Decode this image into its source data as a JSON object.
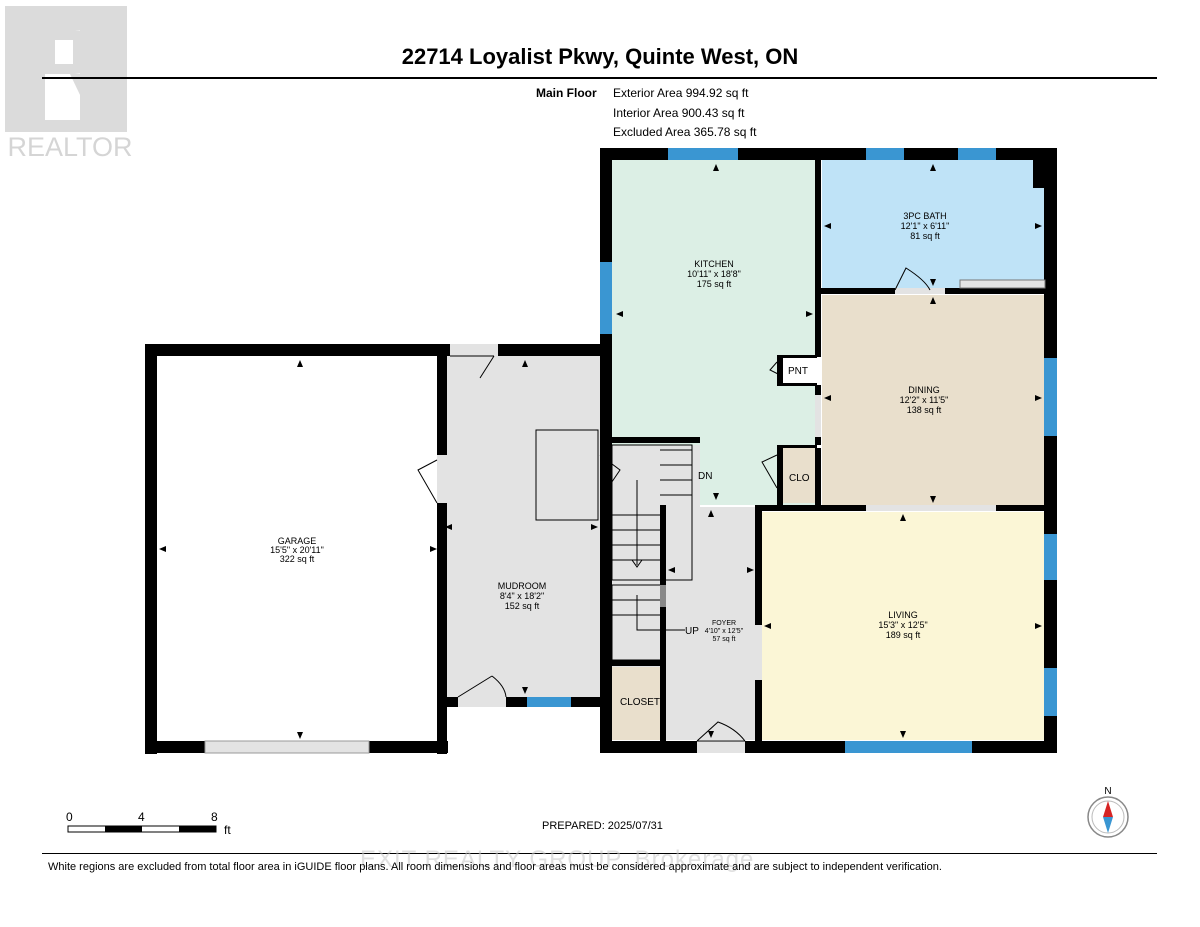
{
  "branding": {
    "logo_text": "REALTOR",
    "watermark": "EXIT REALTY GROUP, Brokerage"
  },
  "header": {
    "title": "22714 Loyalist Pkwy, Quinte West, ON",
    "floor": "Main Floor",
    "exterior_area": "Exterior Area 994.92 sq ft",
    "interior_area": "Interior Area 900.43 sq ft",
    "excluded_area": "Excluded Area 365.78 sq ft"
  },
  "rooms": {
    "garage": {
      "name": "GARAGE",
      "dims": "15'5\" x 20'11\"",
      "area": "322 sq ft"
    },
    "mudroom": {
      "name": "MUDROOM",
      "dims": "8'4\" x 18'2\"",
      "area": "152 sq ft"
    },
    "kitchen": {
      "name": "KITCHEN",
      "dims": "10'11\" x 18'8\"",
      "area": "175 sq ft"
    },
    "bath": {
      "name": "3PC BATH",
      "dims": "12'1\" x 6'11\"",
      "area": "81 sq ft"
    },
    "dining": {
      "name": "DINING",
      "dims": "12'2\" x 11'5\"",
      "area": "138 sq ft"
    },
    "living": {
      "name": "LIVING",
      "dims": "15'3\" x 12'5\"",
      "area": "189 sq ft"
    },
    "foyer": {
      "name": "FOYER",
      "dims": "4'10\" x 12'5\"",
      "area": "57 sq ft"
    },
    "pantry": {
      "name": "PNT"
    },
    "closet_small": {
      "name": "CLO"
    },
    "closet": {
      "name": "CLOSET"
    }
  },
  "stairs": {
    "down": "DN",
    "up": "UP"
  },
  "scale": {
    "labels": [
      "0",
      "4",
      "8"
    ],
    "unit": "ft"
  },
  "compass": {
    "north": "N"
  },
  "footer": {
    "prepared": "PREPARED: 2025/07/31",
    "note": "White regions are excluded from total floor area in iGUIDE floor plans. All room dimensions and floor areas must be considered approximate and are subject to independent verification."
  },
  "colors": {
    "wall": "#000000",
    "window": "#3a96d2",
    "garage": "#ffffff",
    "mudroom": "#e3e3e3",
    "kitchen": "#dcefe5",
    "bath": "#bfe3f7",
    "dining": "#e9dfcc",
    "living": "#fbf6d6",
    "foyer": "#e3e3e3",
    "closet": "#e9dfcc"
  }
}
